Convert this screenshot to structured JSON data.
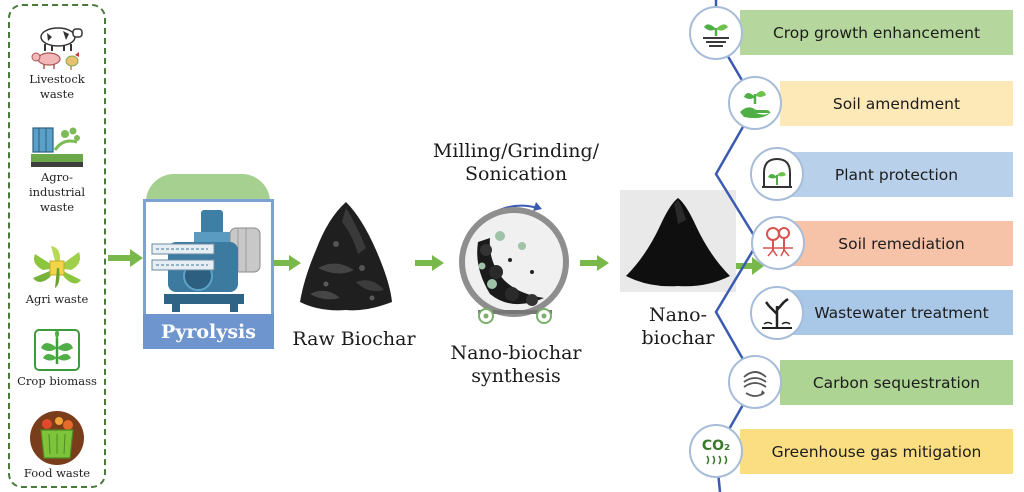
{
  "feedstocks": [
    {
      "label": "Livestock\nwaste",
      "icon": "livestock-icon"
    },
    {
      "label": "Agro-\nindustrial\nwaste",
      "icon": "factory-icon"
    },
    {
      "label": "Agri waste",
      "icon": "leaves-icon"
    },
    {
      "label": "Crop biomass",
      "icon": "plant-icon"
    },
    {
      "label": "Food waste",
      "icon": "food-bin-icon"
    }
  ],
  "process": {
    "pyrolysis_label": "Pyrolysis",
    "raw_biochar_label": "Raw Biochar",
    "milling_label": "Milling/Grinding/\nSonication",
    "synthesis_label": "Nano-biochar\nsynthesis",
    "nanobiochar_label": "Nano-\nbiochar"
  },
  "applications": [
    {
      "label": "Crop growth enhancement",
      "color": "#b5d69c",
      "icon": "seedling-icon"
    },
    {
      "label": "Soil amendment",
      "color": "#fde9b8",
      "icon": "hand-plant-icon"
    },
    {
      "label": "Plant protection",
      "color": "#b9d0ea",
      "icon": "plant-dome-icon"
    },
    {
      "label": "Soil remediation",
      "color": "#f6c3a8",
      "icon": "tree-roots-icon"
    },
    {
      "label": "Wastewater treatment",
      "color": "#a9c7e6",
      "icon": "dead-tree-icon"
    },
    {
      "label": "Carbon sequestration",
      "color": "#aed494",
      "icon": "carbon-cycle-icon"
    },
    {
      "label": "Greenhouse gas mitigation",
      "color": "#fbde82",
      "icon": "co2-icon"
    }
  ],
  "colors": {
    "arrow": "#79b84a",
    "feed_border": "#4a7a3a",
    "timeline": "#3a5bb0",
    "pyrolysis_bar": "#6f95cf"
  },
  "co2_glyph": "CO₂"
}
